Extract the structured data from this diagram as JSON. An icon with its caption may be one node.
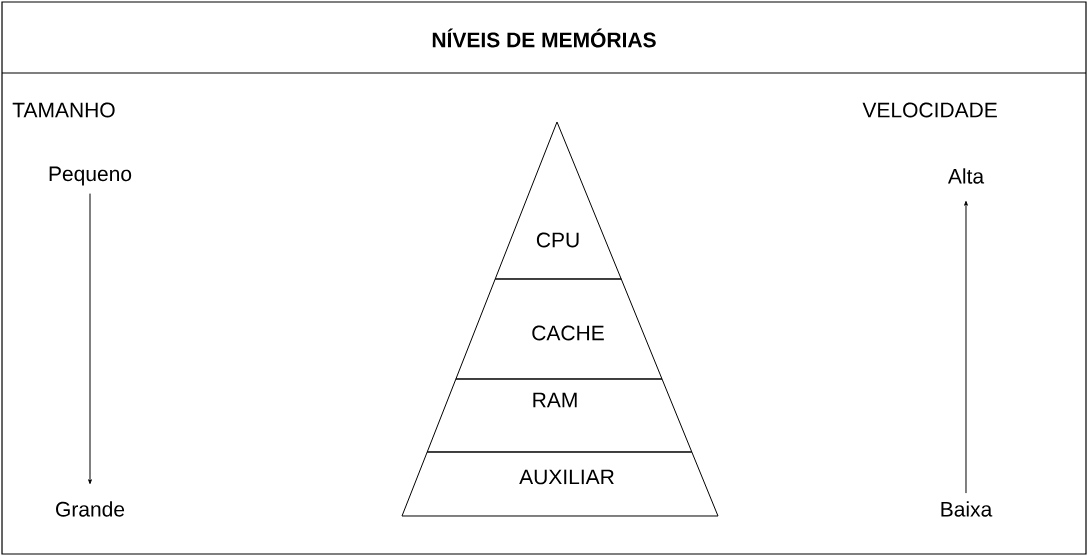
{
  "diagram": {
    "title": "NÍVEIS DE MEMÓRIAS",
    "nodes": [
      {
        "text": [
          "Pequeno"
        ]
      },
      {
        "text": [
          "Grande"
        ]
      },
      {
        "text": [
          "CPU"
        ]
      },
      {
        "text": [
          "CACHE"
        ]
      },
      {
        "text": [
          "RAM"
        ]
      },
      {
        "text": [
          "AUXILIAR"
        ]
      },
      {
        "text": [
          "Alta"
        ]
      },
      {
        "text": [
          "Baixa"
        ]
      }
    ],
    "edges": [
      {
        "from": 0,
        "to": 1,
        "arrow": "to"
      },
      {
        "from": 7,
        "to": 6,
        "arrow": "to"
      }
    ],
    "labels": [
      "TAMANHO",
      "VELOCIDADE"
    ]
  }
}
